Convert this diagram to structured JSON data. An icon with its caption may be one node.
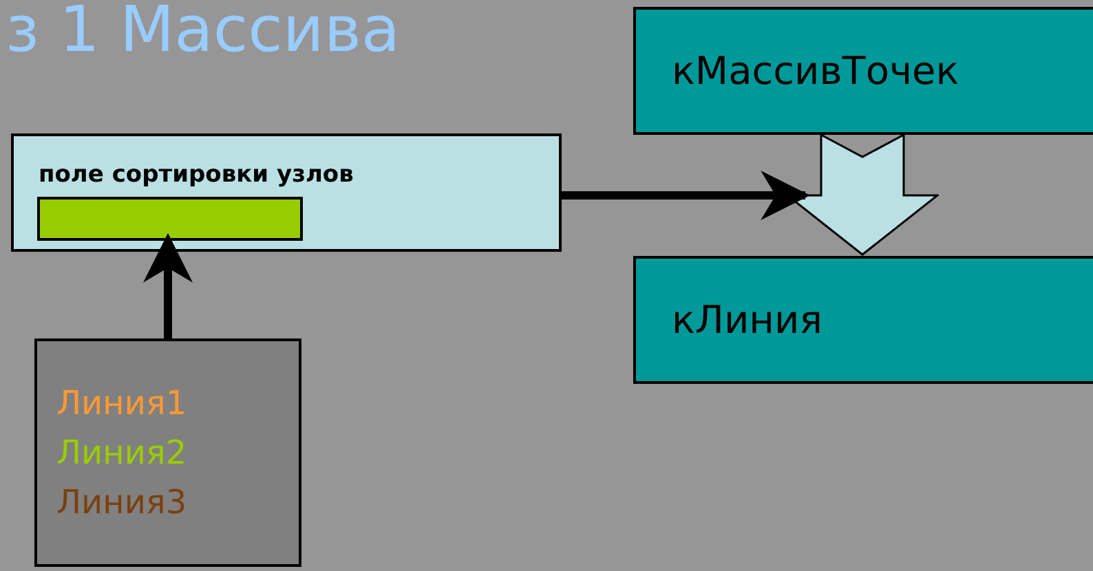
{
  "diagram": {
    "title": "з 1 Массива",
    "nodes": [
      {
        "text": [
          "поле сортировки узлов"
        ]
      },
      {
        "text": [],
        "shape": "bar",
        "in": 0
      },
      {
        "text": [
          "Линия1",
          "Линия2",
          "Линия3"
        ]
      },
      {
        "text": [
          "кМассивТочек"
        ]
      },
      {
        "text": [
          "кЛиния"
        ]
      },
      {
        "text": [],
        "shape": "arrow"
      }
    ],
    "edges": [
      {
        "from": 2,
        "to": 1,
        "arrow": "to"
      },
      {
        "from": 0,
        "to": 5,
        "arrow": "to"
      },
      {
        "from": 3,
        "to": 4,
        "arrow": "to",
        "color": "#bbe0e3"
      }
    ]
  }
}
